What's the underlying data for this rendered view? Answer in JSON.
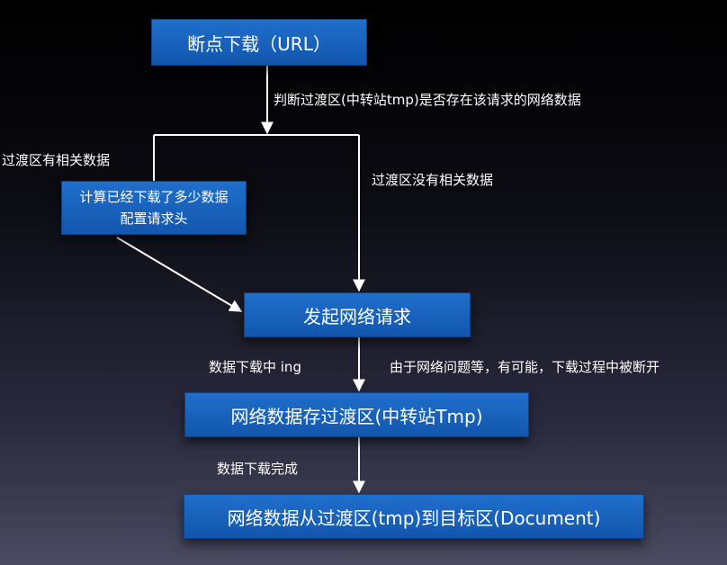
{
  "boxes": {
    "resume_download": "断点下载（URL）",
    "calc_downloaded": "计算已经下载了多少数据",
    "config_header": "配置请求头",
    "send_request": "发起网络请求",
    "store_transit": "网络数据存过渡区(中转站Tmp)",
    "move_target": "网络数据从过渡区(tmp)到目标区(Document)"
  },
  "labels": {
    "check_transit": "判断过渡区(中转站tmp)是否存在该请求的网络数据",
    "has_data": "过渡区有相关数据",
    "no_data": "过渡区没有相关数据",
    "downloading": "数据下载中  ing",
    "may_interrupt": "由于网络问题等，有可能，下载过程中被断开",
    "download_done": "数据下载完成"
  },
  "colors": {
    "box_fill": "#1a63bf",
    "line": "#ffffff"
  }
}
